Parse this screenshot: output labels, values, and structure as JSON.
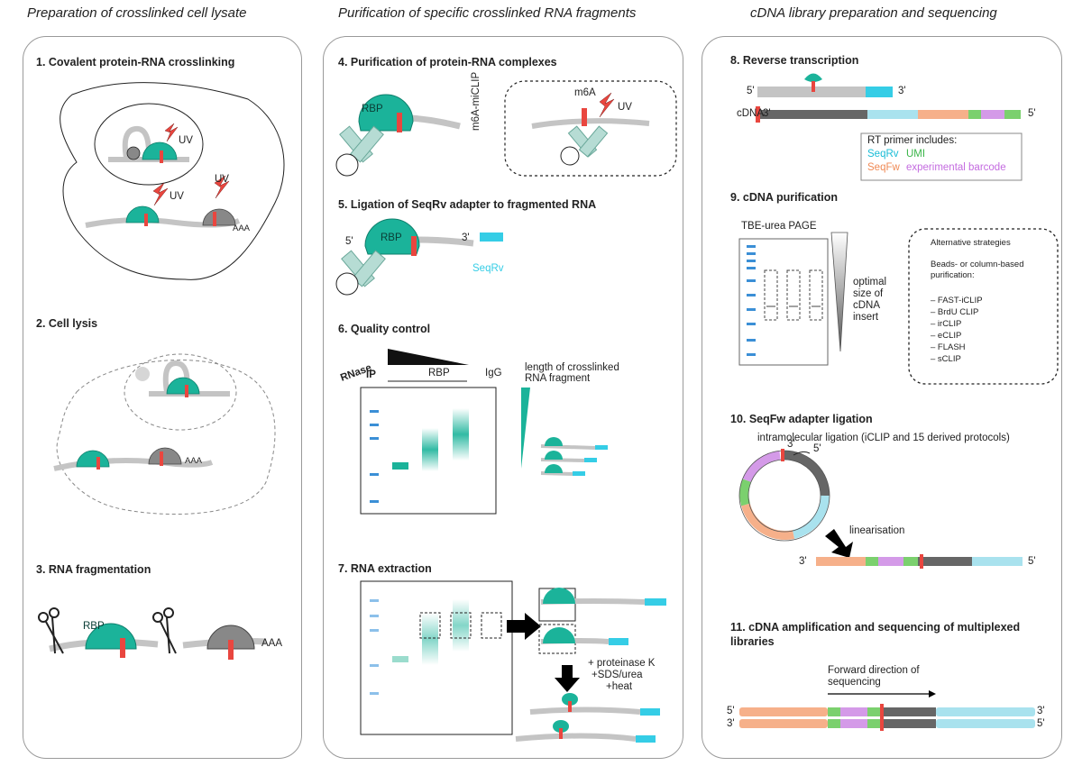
{
  "columns": [
    {
      "title": "Preparation of crosslinked cell lysate"
    },
    {
      "title": "Purification of specific crosslinked RNA fragments"
    },
    {
      "title": "cDNA library preparation and sequencing"
    }
  ],
  "steps": {
    "s1": "1.  Covalent protein-RNA crosslinking",
    "s2": "2.  Cell lysis",
    "s3": "3.  RNA fragmentation",
    "s4": "4.  Purification of protein-RNA complexes",
    "s5": "5.  Ligation of SeqRv adapter to fragmented RNA",
    "s6": "6.  Quality control",
    "s7": "7.  RNA extraction",
    "s8": "8.  Reverse transcription",
    "s9": "9.  cDNA purification",
    "s10": "10. SeqFw adapter ligation",
    "s11": "11. cDNA amplification and sequencing of multiplexed libraries"
  },
  "labels": {
    "uv": "UV",
    "aaa": "AAA",
    "rbp": "RBP",
    "m6a": "m6A",
    "m6a_miclip": "m6A-miCLIP",
    "five_prime": "5'",
    "three_prime": "3'",
    "seqrv": "SeqRv",
    "rnase": "RNase",
    "ip": "IP",
    "igg": "IgG",
    "length_label": "length of crosslinked RNA fragment",
    "proteinase": "+ proteinase K",
    "sds": "+SDS/urea",
    "heat": "+heat",
    "cdna": "cDNA",
    "rt_primer_title": "RT primer includes:",
    "rt_seqrv": "SeqRv",
    "rt_umi": "UMI",
    "rt_seqfw": "SeqFw",
    "rt_barcode": "experimental barcode",
    "tbe": "TBE-urea PAGE",
    "optimal": "optimal size of cDNA insert",
    "alt_title": "Alternative strategies",
    "alt_sub": "Beads- or column-based purification:",
    "alt_items": [
      "– FAST-iCLIP",
      "– BrdU CLIP",
      "– irCLIP",
      "– eCLIP",
      "– FLASH",
      "– sCLIP"
    ],
    "intramolecular": "intramolecular ligation (iCLIP and 15 derived protocols)",
    "linearisation": "linearisation",
    "forward": "Forward direction of sequencing"
  },
  "colors": {
    "teal": "#1bb39a",
    "teal_dark": "#0e7f6c",
    "grey_rna": "#c4c4c4",
    "dark_grey": "#666666",
    "red": "#e9463f",
    "cyan": "#35cde6",
    "light_cyan": "#a9e2ee",
    "orange": "#f6b08a",
    "green": "#7bd06e",
    "purple": "#d49ae8",
    "ladder": "#3b8fd6"
  }
}
